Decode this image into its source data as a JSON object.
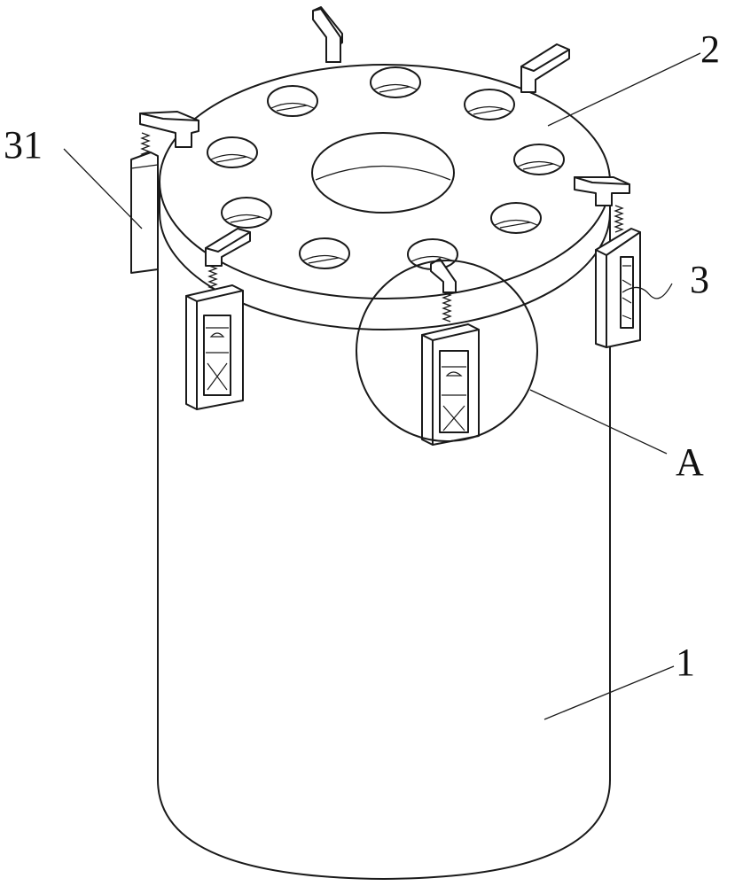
{
  "figure": {
    "labels": {
      "label_1": "1",
      "label_2": "2",
      "label_3": "3",
      "label_31": "31",
      "label_A": "A"
    }
  }
}
